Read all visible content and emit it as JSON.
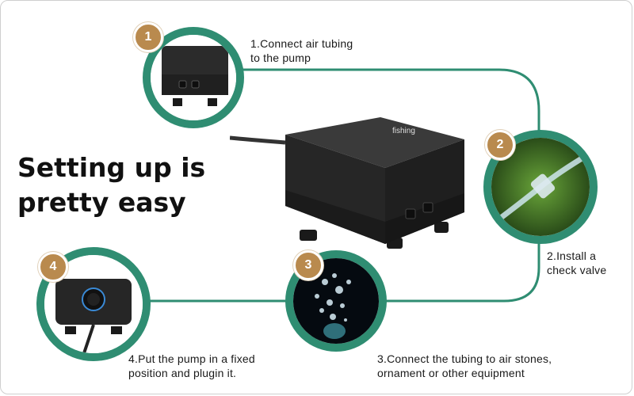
{
  "headline": "Setting up is pretty easy",
  "brand_mark": "fishing",
  "steps": [
    {
      "number": "1",
      "text": "1.Connect air tubing\nto the pump"
    },
    {
      "number": "2",
      "text": "2.Install a\ncheck valve"
    },
    {
      "number": "3",
      "text": "3.Connect the tubing to air stones,\nornament or other equipment"
    },
    {
      "number": "4",
      "text": "4.Put the pump in a fixed\nposition and plugin it."
    }
  ],
  "colors": {
    "accent": "#2f8d72",
    "badge": "#b98a4e",
    "pump": "#2a2a2a"
  }
}
